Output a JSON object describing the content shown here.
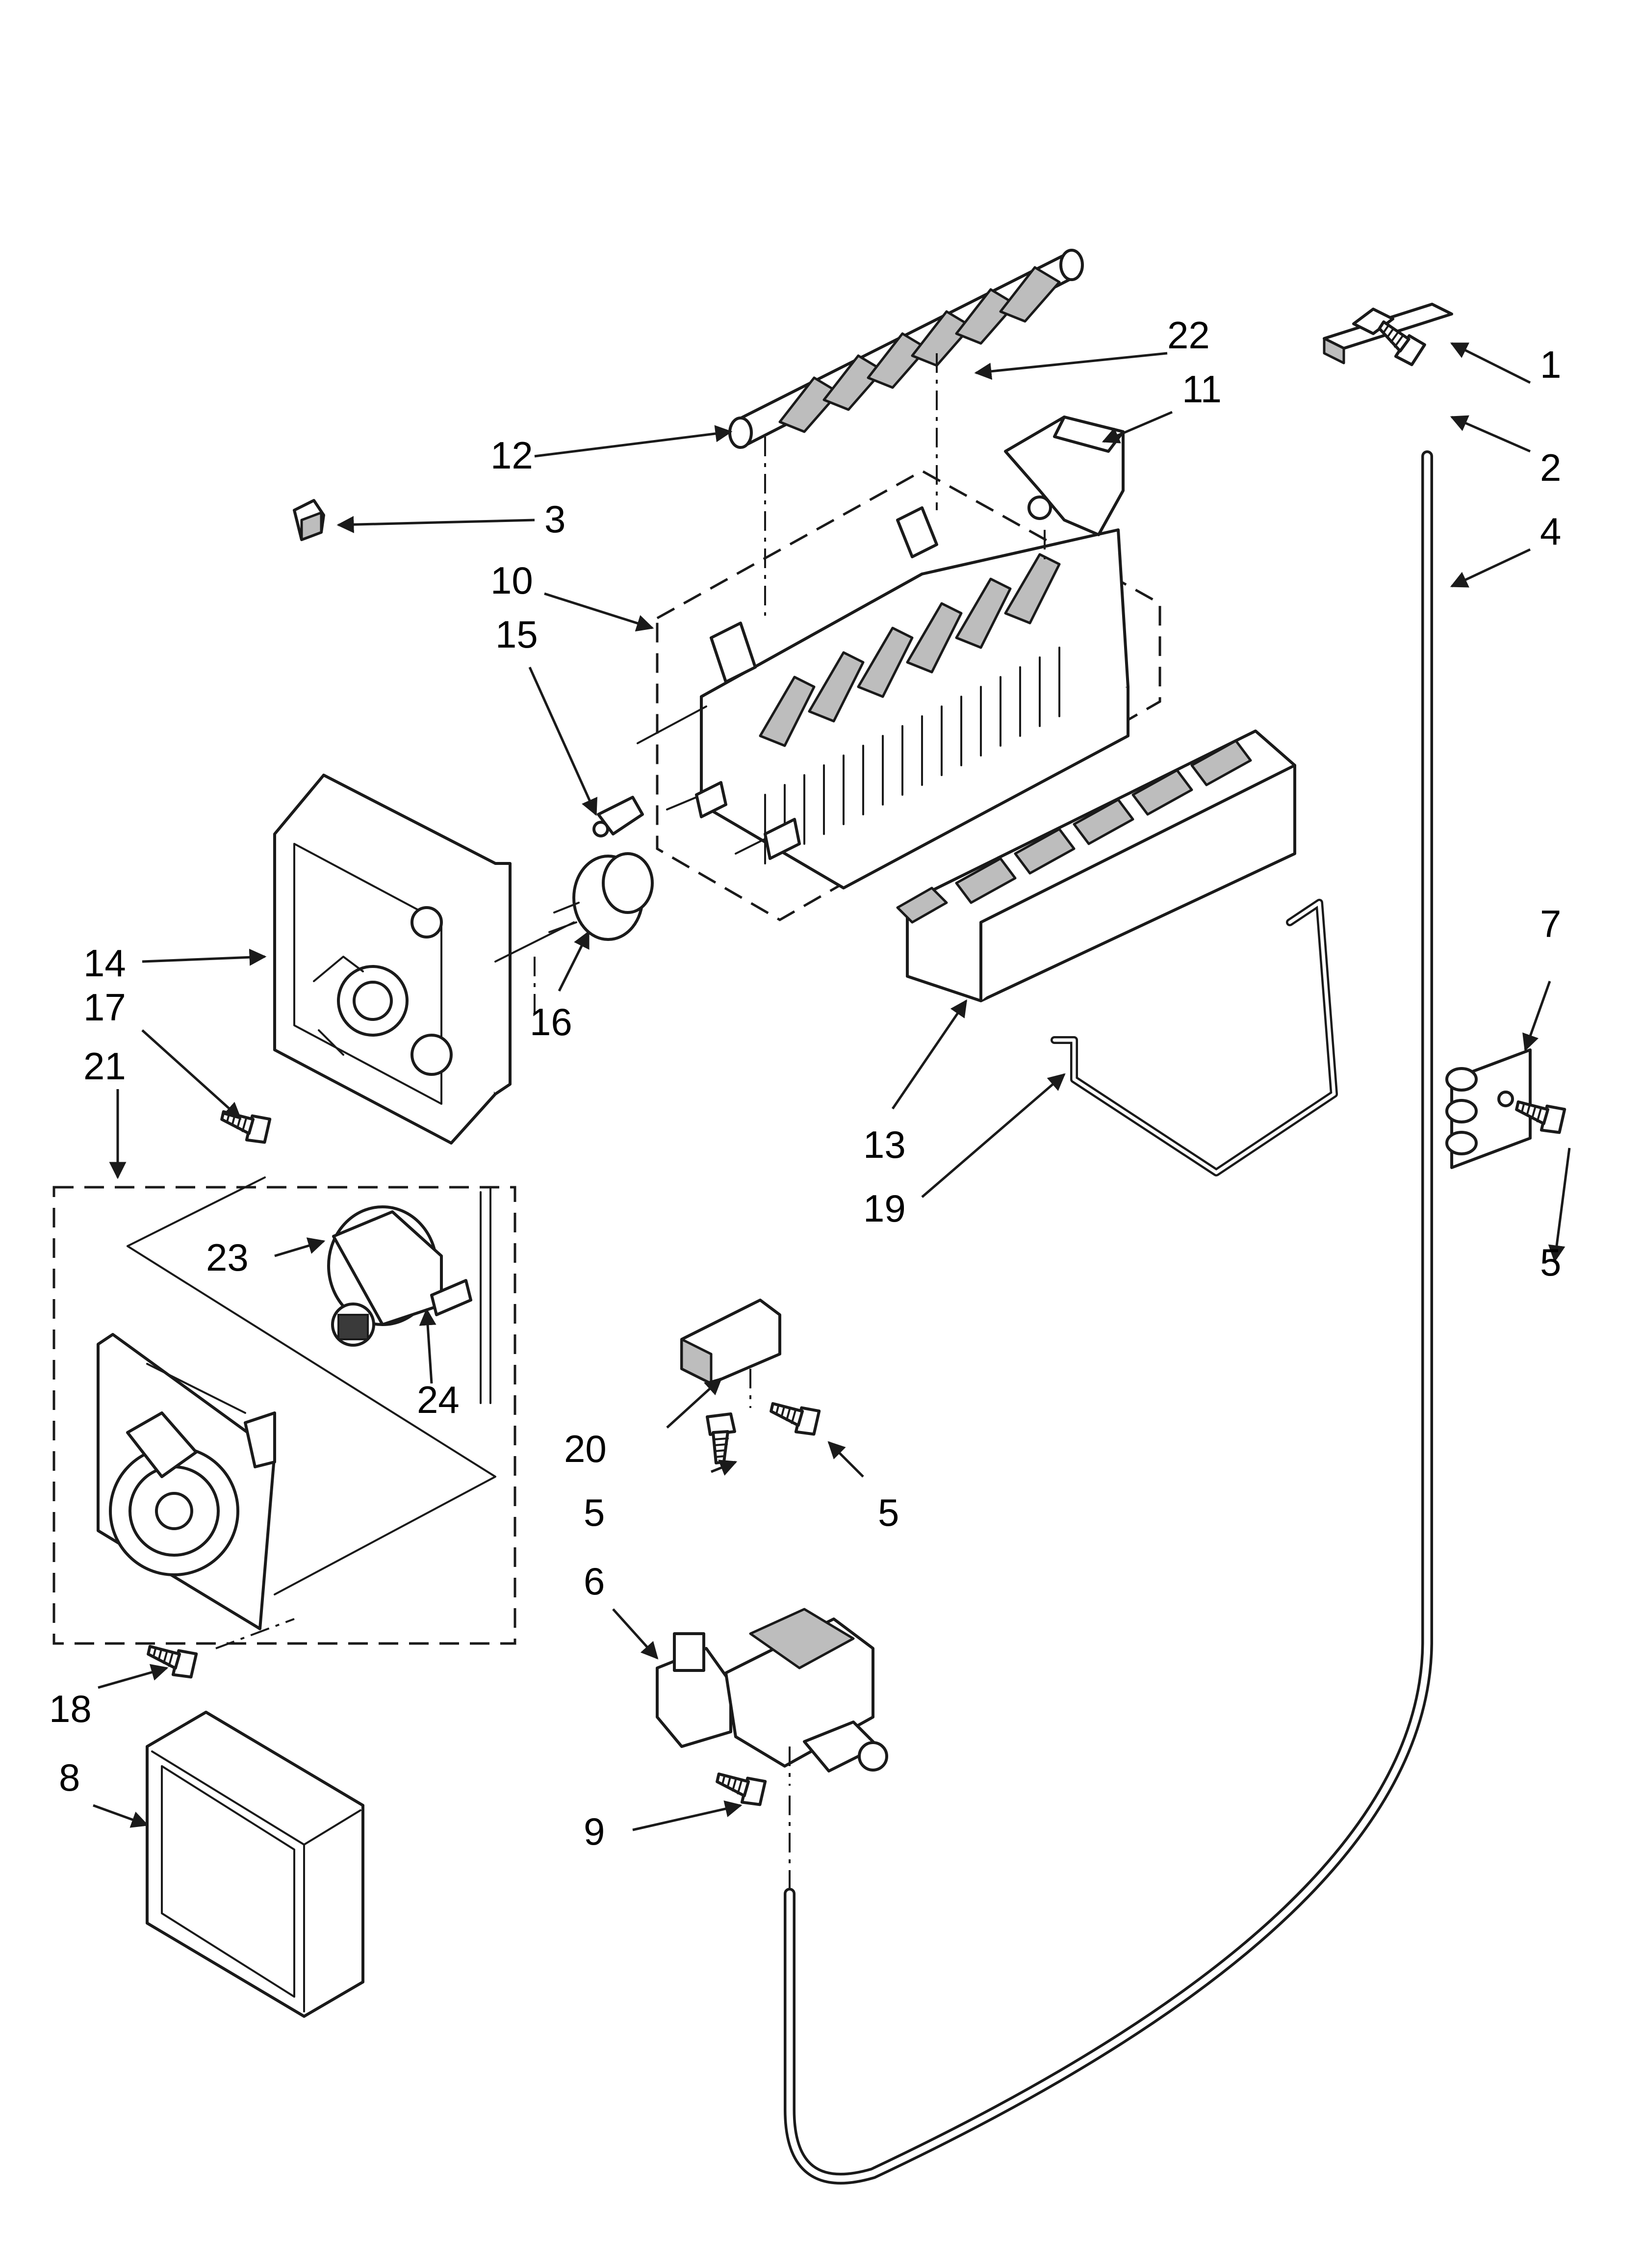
{
  "callouts": {
    "c1": "1",
    "c2": "2",
    "c3": "3",
    "c4": "4",
    "c5a": "5",
    "c5b": "5",
    "c5c": "5",
    "c6": "6",
    "c7": "7",
    "c8": "8",
    "c9": "9",
    "c10": "10",
    "c11": "11",
    "c12": "12",
    "c13": "13",
    "c14": "14",
    "c15": "15",
    "c16": "16",
    "c17": "17",
    "c18": "18",
    "c19": "19",
    "c20": "20",
    "c21": "21",
    "c22": "22",
    "c23": "23",
    "c24": "24"
  },
  "colors": {
    "line": "#1a1a1a",
    "fill_shade": "#bdbdbd",
    "background": "#ffffff"
  }
}
